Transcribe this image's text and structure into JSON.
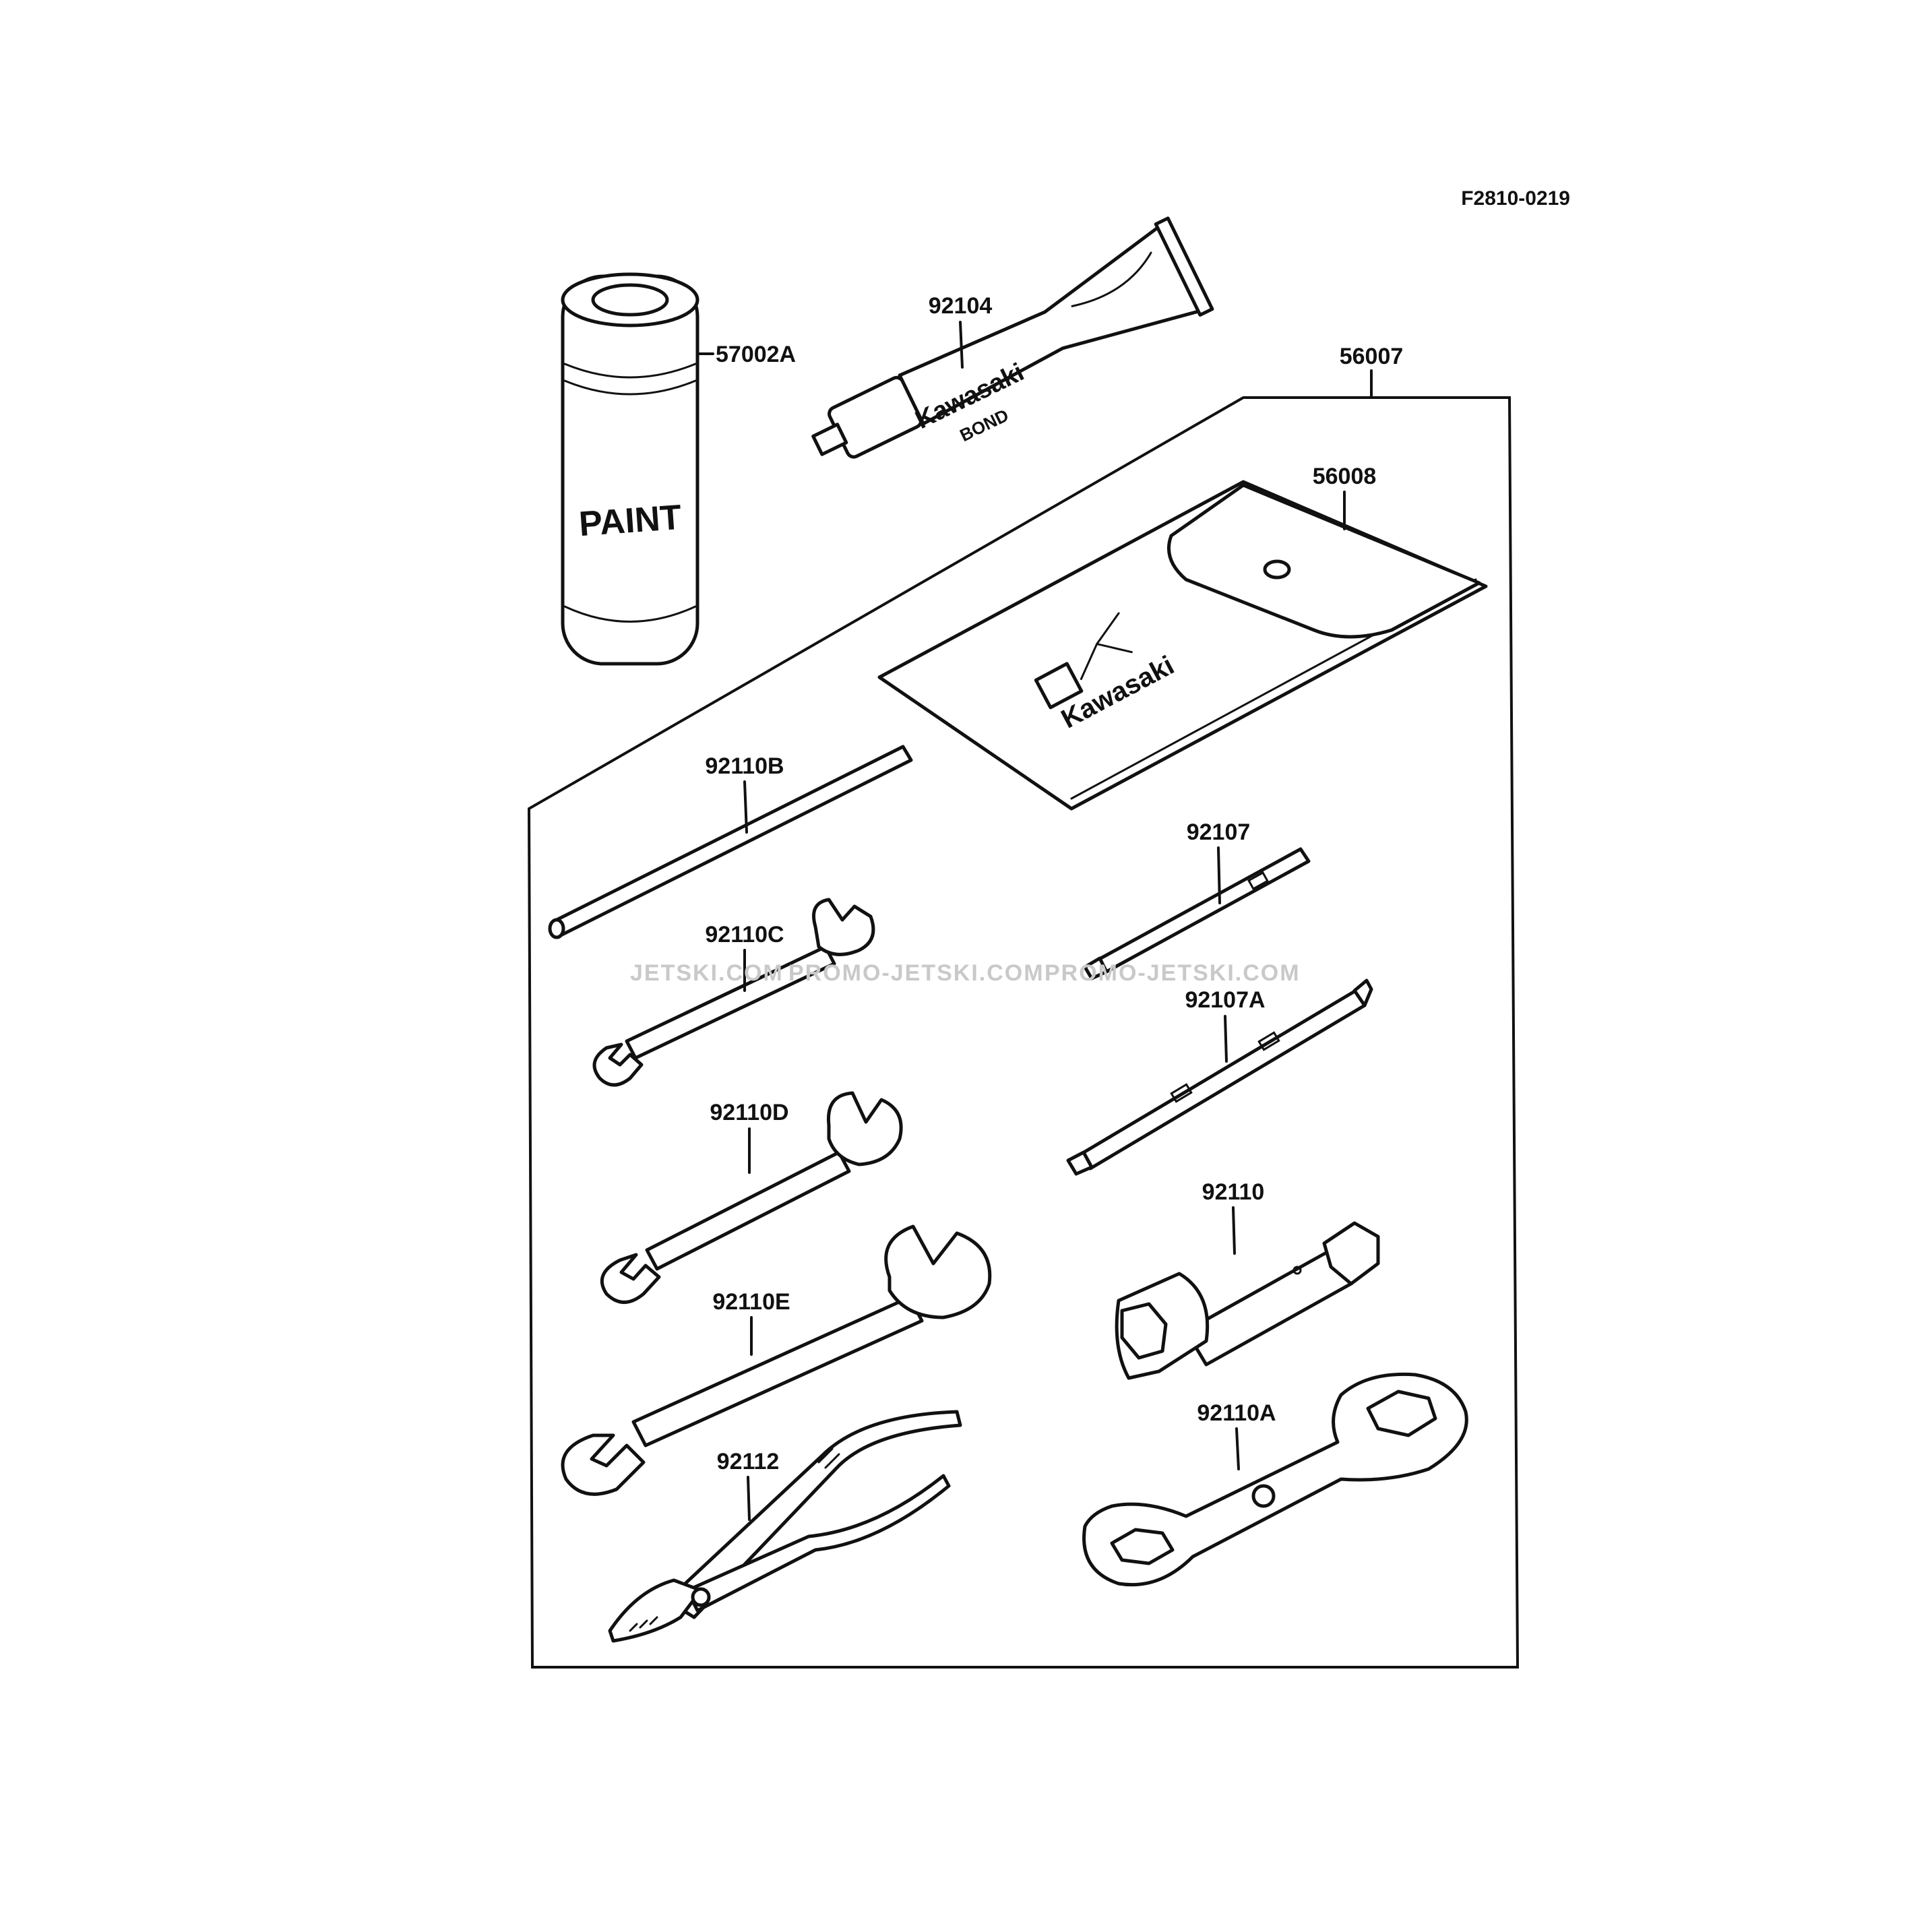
{
  "drawing_code": "F2810-0219",
  "watermark": [
    "JETSKI.COM",
    "PROMO-JETSKI.COM",
    "PROMO-JETSKI.COM"
  ],
  "kit_labels": {
    "tube_brand": "Kawasaki",
    "tube_product": "BOND",
    "can_text": "PAINT",
    "pouch_brand": "Kawasaki"
  },
  "parts": [
    {
      "number": "57002A",
      "item": "spray-paint-can"
    },
    {
      "number": "92104",
      "item": "bond-tube"
    },
    {
      "number": "56007",
      "item": "tool-kit-assembly"
    },
    {
      "number": "56008",
      "item": "tool-pouch"
    },
    {
      "number": "92110B",
      "item": "bar"
    },
    {
      "number": "92107",
      "item": "screwdriver"
    },
    {
      "number": "92110C",
      "item": "small-open-end-wrench"
    },
    {
      "number": "92107A",
      "item": "screwdriver-blade"
    },
    {
      "number": "92110D",
      "item": "medium-open-end-wrench"
    },
    {
      "number": "92110",
      "item": "plug-socket-wrench"
    },
    {
      "number": "92110E",
      "item": "large-open-end-wrench"
    },
    {
      "number": "92110A",
      "item": "ring-spanner"
    },
    {
      "number": "92112",
      "item": "pliers"
    }
  ]
}
